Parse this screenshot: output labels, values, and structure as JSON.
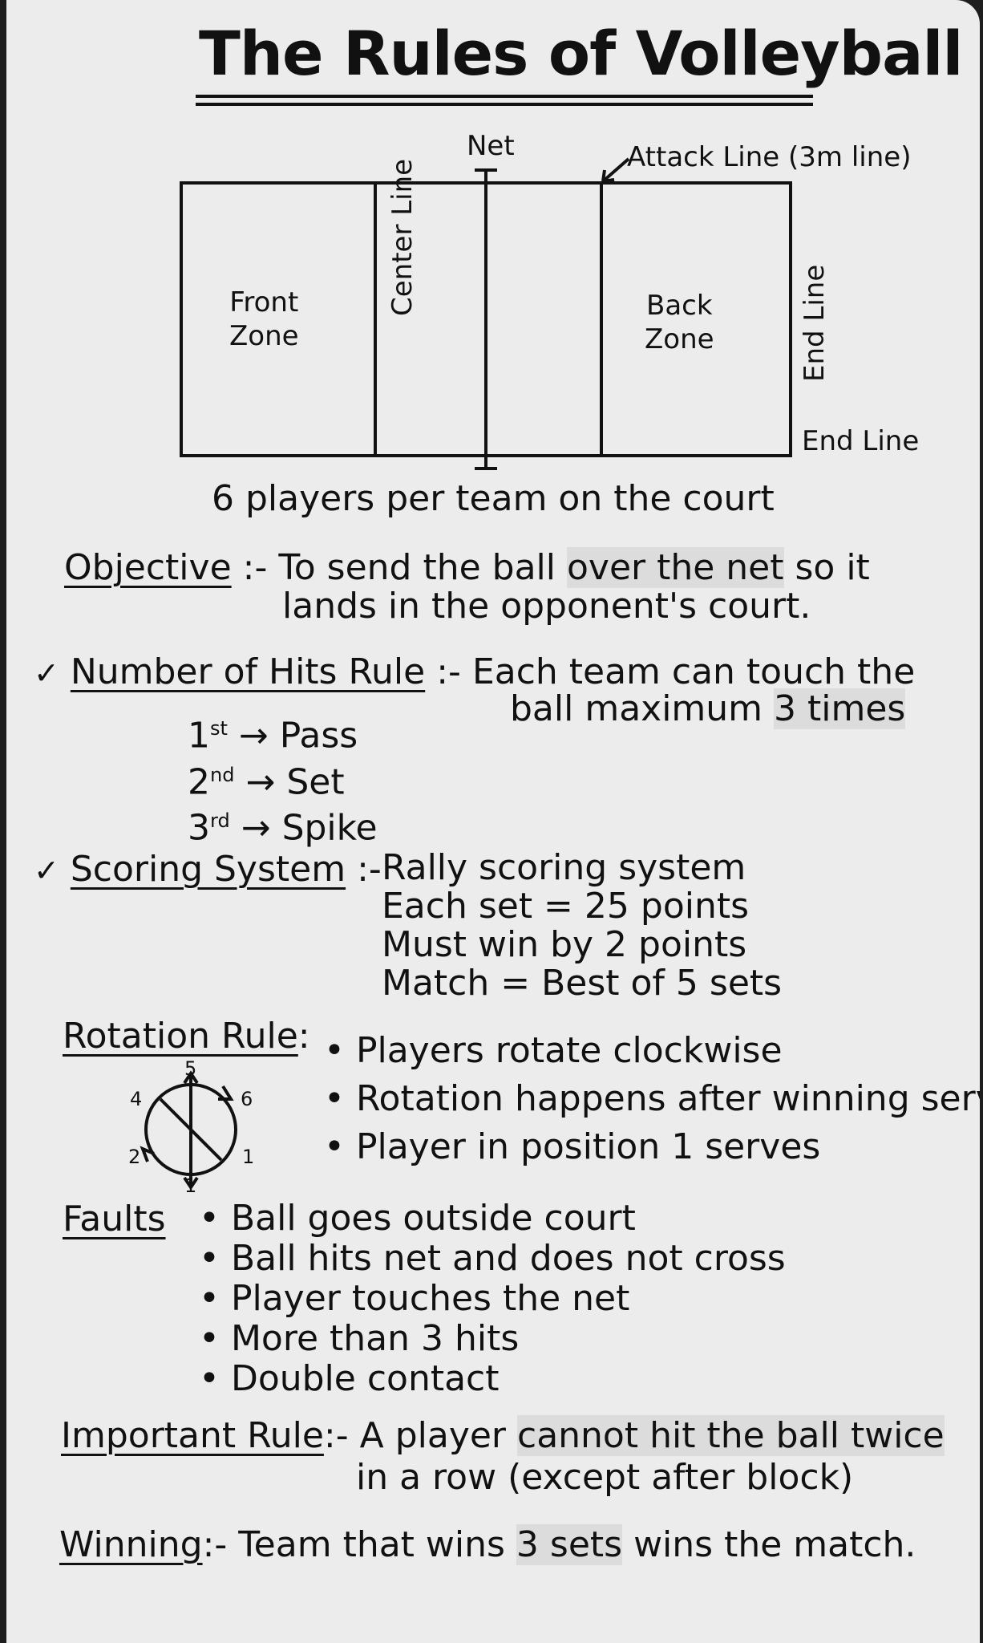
{
  "title": "The Rules of Volleyball",
  "diagram": {
    "net_label": "Net",
    "attack_line_label": "Attack Line (3m line)",
    "front_zone_label": "Front\nZone",
    "back_zone_label": "Back\nZone",
    "center_line_label": "Center Line",
    "end_line_side_label": "End Line",
    "end_line_bottom_label": "End Line",
    "caption": "6 players per team on the court"
  },
  "objective": {
    "heading": "Objective",
    "separator": ":-",
    "line1_pre": "To send the ball ",
    "line1_hl": "over the net",
    "line1_post": " so it",
    "line2": "lands in the opponent's court."
  },
  "hits": {
    "check": "✓",
    "heading": "Number of Hits Rule",
    "separator": ":-",
    "line1": "Each team can touch the",
    "line2_pre": "ball  maximum ",
    "line2_hl": "3 times",
    "items": [
      {
        "ordinal": "1",
        "suffix": "st",
        "arrow": "→",
        "label": "Pass"
      },
      {
        "ordinal": "2",
        "suffix": "nd",
        "arrow": "→",
        "label": "Set"
      },
      {
        "ordinal": "3",
        "suffix": "rd",
        "arrow": "→",
        "label": "Spike"
      }
    ]
  },
  "scoring": {
    "check": "✓",
    "heading": "Scoring System",
    "separator": ":-",
    "lines": [
      "Rally scoring system",
      "Each set = 25 points",
      "Must win by 2 points",
      "Match = Best of 5 sets"
    ]
  },
  "rotation": {
    "heading": "Rotation Rule",
    "separator": ":",
    "bullets": [
      "• Players rotate clockwise",
      "• Rotation happens after winning serve",
      "• Player in position 1 serves"
    ],
    "positions": {
      "top": "5",
      "left": "4",
      "right": "6",
      "lower_left": "2",
      "lower_right": "1",
      "bottom": "1"
    }
  },
  "faults": {
    "heading": "Faults",
    "bullets": [
      "• Ball goes outside court",
      "• Ball hits net and does not cross",
      "• Player touches the net",
      "• More than 3 hits",
      "• Double contact"
    ]
  },
  "important": {
    "heading": "Important Rule",
    "separator": ":-",
    "line1_pre": "A player ",
    "line1_hl": "cannot hit the ball twice",
    "line2": "in a row  (except after block)"
  },
  "winning": {
    "heading": "Winning",
    "separator": ":-",
    "text_pre": "Team that wins ",
    "text_hl": "3 sets",
    "text_post": " wins the match."
  },
  "colors": {
    "paper": "#ececec",
    "ink": "#111111",
    "highlight": "#dcdcdc"
  }
}
